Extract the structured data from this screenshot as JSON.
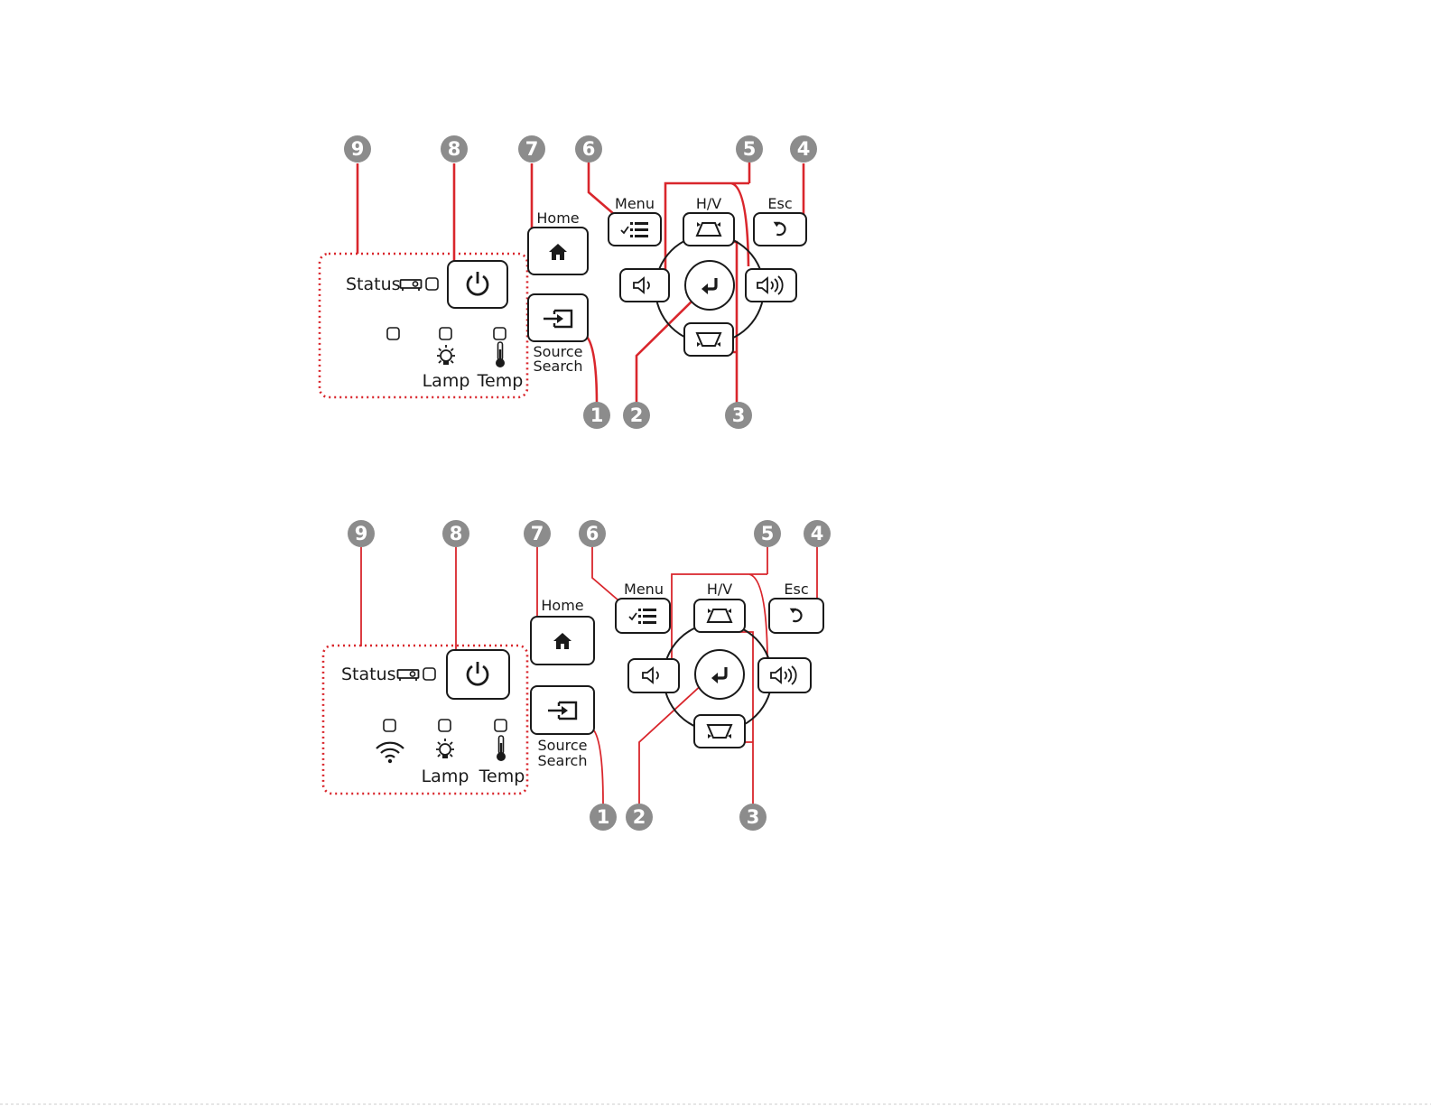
{
  "colors": {
    "callout_line": "#d9262c",
    "callout_disc": "#8c8c8c",
    "callout_text": "#ffffff",
    "outline": "#1a1a1a",
    "status_box": "#d9262c"
  },
  "panels": [
    {
      "labels": {
        "home": "Home",
        "menu": "Menu",
        "hv": "H/V",
        "esc": "Esc",
        "source": "Source",
        "search": "Search",
        "status": "Status",
        "lamp": "Lamp",
        "temp": "Temp"
      },
      "callouts": [
        "1",
        "2",
        "3",
        "4",
        "5",
        "6",
        "7",
        "8",
        "9"
      ],
      "has_wifi": false
    },
    {
      "labels": {
        "home": "Home",
        "menu": "Menu",
        "hv": "H/V",
        "esc": "Esc",
        "source": "Source",
        "search": "Search",
        "status": "Status",
        "lamp": "Lamp",
        "temp": "Temp"
      },
      "callouts": [
        "1",
        "2",
        "3",
        "4",
        "5",
        "6",
        "7",
        "8",
        "9"
      ],
      "has_wifi": true
    }
  ],
  "icons": [
    "home-icon",
    "menu-icon",
    "keystone-up-icon",
    "keystone-down-icon",
    "esc-return-icon",
    "volume-down-icon",
    "volume-up-icon",
    "enter-icon",
    "source-search-icon",
    "power-icon",
    "projector-icon",
    "lamp-icon",
    "thermometer-icon",
    "wifi-icon"
  ]
}
